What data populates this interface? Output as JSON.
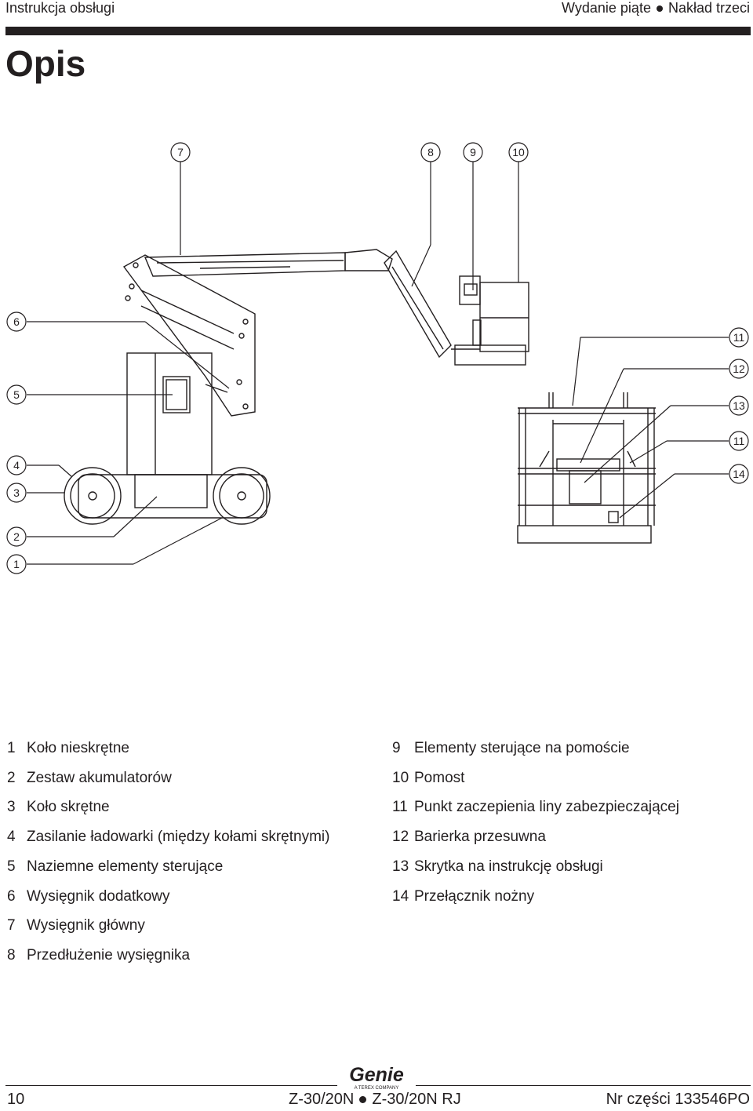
{
  "header": {
    "left": "Instrukcja obsługi",
    "right_part1": "Wydanie piąte",
    "right_part2": "Nakład trzeci"
  },
  "page_title": "Opis",
  "callouts": {
    "c1": "1",
    "c2": "2",
    "c3": "3",
    "c4": "4",
    "c5": "5",
    "c6": "6",
    "c7": "7",
    "c8": "8",
    "c9": "9",
    "c10": "10",
    "c11a": "11",
    "c12": "12",
    "c13": "13",
    "c11b": "11",
    "c14": "14"
  },
  "legend": {
    "left": [
      {
        "num": "1",
        "text": "Koło nieskrętne"
      },
      {
        "num": "2",
        "text": "Zestaw akumulatorów"
      },
      {
        "num": "3",
        "text": "Koło skrętne"
      },
      {
        "num": "4",
        "text": "Zasilanie ładowarki (między kołami skrętnymi)"
      },
      {
        "num": "5",
        "text": "Naziemne elementy sterujące"
      },
      {
        "num": "6",
        "text": "Wysięgnik dodatkowy"
      },
      {
        "num": "7",
        "text": "Wysięgnik główny"
      },
      {
        "num": "8",
        "text": "Przedłużenie wysięgnika"
      }
    ],
    "right": [
      {
        "num": "9",
        "text": "Elementy sterujące na pomoście"
      },
      {
        "num": "10",
        "text": "Pomost"
      },
      {
        "num": "11",
        "text": "Punkt zaczepienia liny zabezpieczającej"
      },
      {
        "num": "12",
        "text": "Barierka przesuwna"
      },
      {
        "num": "13",
        "text": "Skrytka na instrukcję obsługi"
      },
      {
        "num": "14",
        "text": "Przełącznik nożny"
      }
    ]
  },
  "footer": {
    "page_number": "10",
    "model_1": "Z-30/20N",
    "model_2": "Z-30/20N RJ",
    "part_number": "Nr części 133546PO",
    "logo_text": "Genie",
    "logo_sub": "A TEREX COMPANY"
  }
}
